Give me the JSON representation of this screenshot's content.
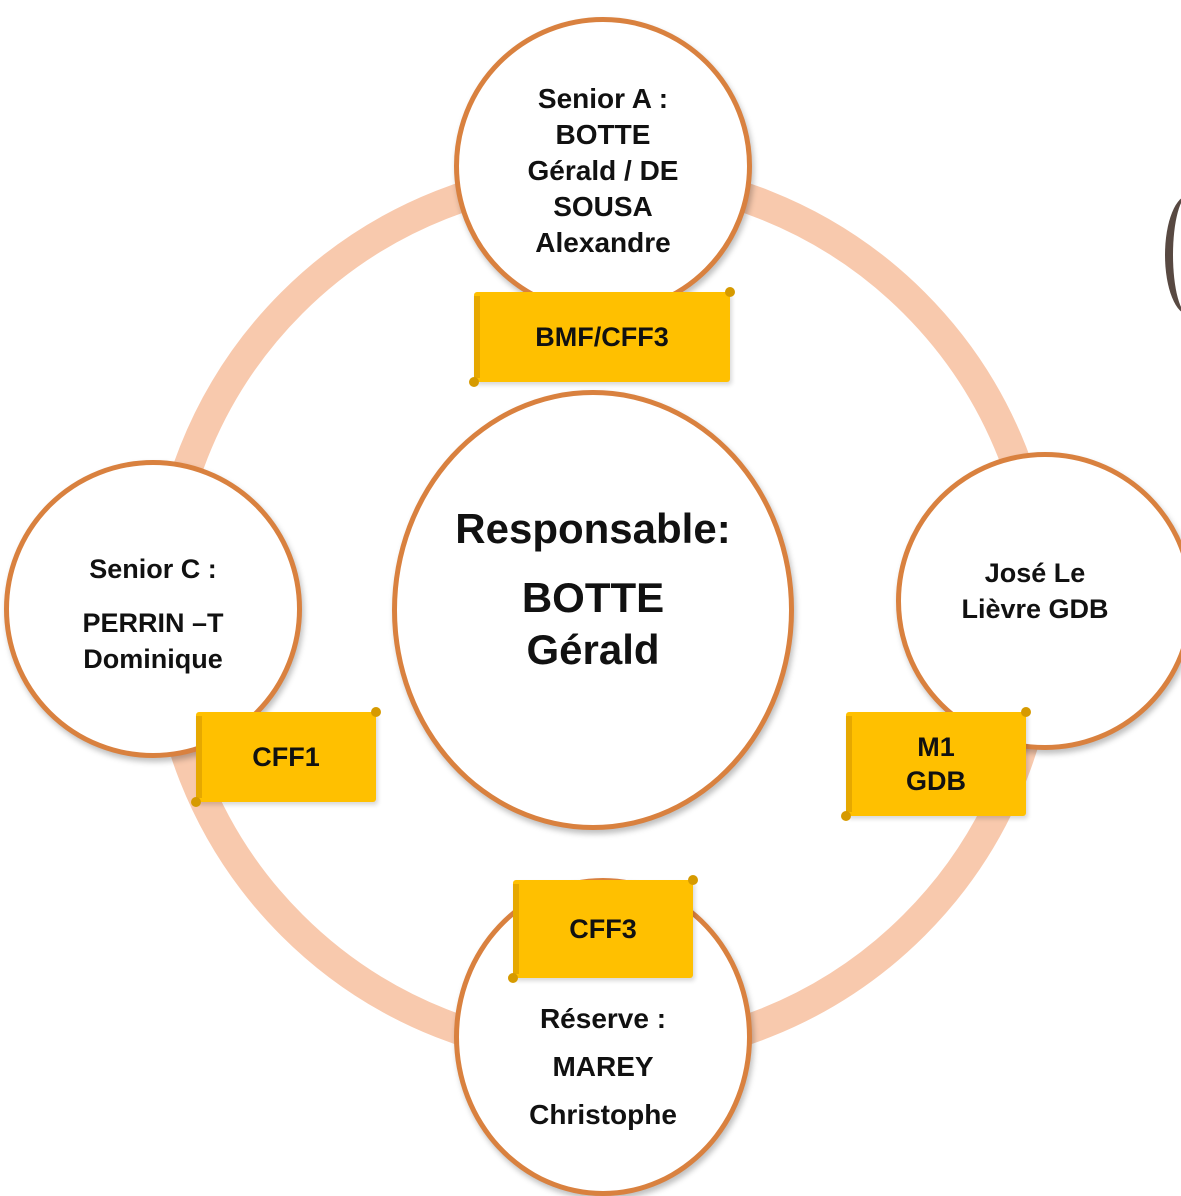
{
  "colors": {
    "ring": "#f8c9ad",
    "node_border": "#d9813f",
    "node_fill": "#ffffff",
    "scroll_fill": "#ffc000",
    "text": "#111111"
  },
  "center": {
    "title": "Responsable:",
    "name_line1": "BOTTE",
    "name_line2": "Gérald"
  },
  "nodes": {
    "top": {
      "lines": [
        "Senior A :",
        "BOTTE",
        "Gérald / DE",
        "SOUSA",
        "Alexandre"
      ],
      "badge": "BMF/CFF3"
    },
    "left": {
      "lines": [
        "Senior C :",
        "PERRIN –T",
        "Dominique"
      ],
      "badge": "CFF1"
    },
    "right": {
      "lines": [
        "José Le",
        "Lièvre GDB"
      ],
      "badge_lines": [
        "M1",
        "GDB"
      ]
    },
    "bottom": {
      "lines": [
        "Réserve :",
        "MAREY",
        "Christophe"
      ],
      "badge": "CFF3"
    }
  }
}
